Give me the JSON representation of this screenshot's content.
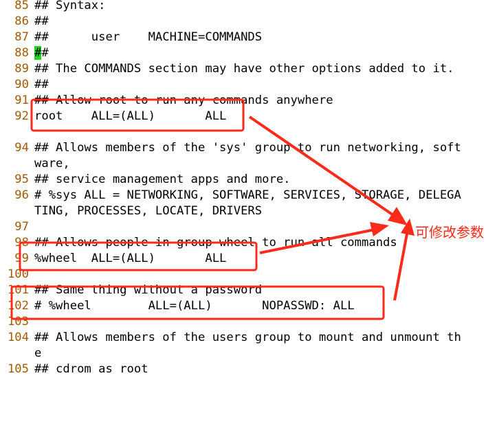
{
  "editor": {
    "lines": [
      {
        "num": "85",
        "text": "## Syntax:"
      },
      {
        "num": "86",
        "text": "##"
      },
      {
        "num": "87",
        "text": "##      user    MACHINE=COMMANDS"
      },
      {
        "num": "88",
        "text": "##",
        "cursor_char": "#"
      },
      {
        "num": "89",
        "text": "## The COMMANDS section may have other options added to it."
      },
      {
        "num": "90",
        "text": "##"
      },
      {
        "num": "91",
        "text": "## Allow root to run any commands anywhere"
      },
      {
        "num": "92",
        "text": "root    ALL=(ALL)       ALL"
      },
      {
        "num": "",
        "text": ""
      },
      {
        "num": "94",
        "text": "## Allows members of the 'sys' group to run networking, soft"
      },
      {
        "num": "",
        "text": "ware,"
      },
      {
        "num": "95",
        "text": "## service management apps and more."
      },
      {
        "num": "96",
        "text": "# %sys ALL = NETWORKING, SOFTWARE, SERVICES, STORAGE, DELEGA"
      },
      {
        "num": "",
        "text": "TING, PROCESSES, LOCATE, DRIVERS"
      },
      {
        "num": "97",
        "text": ""
      },
      {
        "num": "98",
        "text": "## Allows people in group wheel to run all commands"
      },
      {
        "num": "99",
        "text": "%wheel  ALL=(ALL)       ALL"
      },
      {
        "num": "100",
        "text": ""
      },
      {
        "num": "101",
        "text": "## Same thing without a password"
      },
      {
        "num": "102",
        "text": "# %wheel        ALL=(ALL)       NOPASSWD: ALL"
      },
      {
        "num": "103",
        "text": ""
      },
      {
        "num": "104",
        "text": "## Allows members of the users group to mount and unmount th"
      },
      {
        "num": "",
        "text": "e"
      },
      {
        "num": "105",
        "text": "## cdrom as root"
      }
    ]
  },
  "annotation": {
    "label": "可修改参数",
    "color": "#ff2a1a"
  }
}
